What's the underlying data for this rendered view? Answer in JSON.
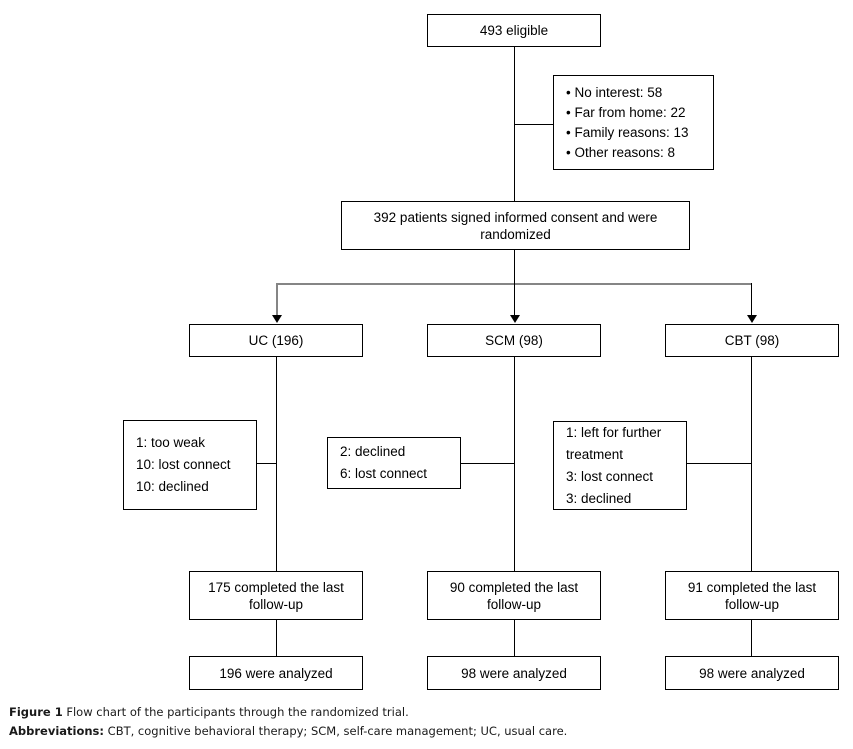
{
  "figure": {
    "caption_label": "Figure 1",
    "caption_text": "Flow chart of the participants through the randomized trial.",
    "abbrev_label": "Abbreviations:",
    "abbrev_text": "CBT, cognitive behavioral therapy; SCM, self-care management; UC, usual care."
  },
  "colors": {
    "line": "#000000",
    "branch_line": "#858585",
    "box_border": "#000000",
    "text": "#000000",
    "background": "#ffffff"
  },
  "nodes": {
    "eligible": "493 eligible",
    "exclusions": {
      "items": [
        "• No interest: 58",
        "• Far from home: 22",
        "• Family reasons: 13",
        "• Other reasons: 8"
      ]
    },
    "randomized": "392 patients signed informed consent and were randomized",
    "arms": [
      {
        "label": "UC (196)"
      },
      {
        "label": "SCM (98)"
      },
      {
        "label": "CBT (98)"
      }
    ],
    "dropouts": [
      {
        "text": "1: too weak\n10: lost connect\n10: declined"
      },
      {
        "text": "2: declined\n6: lost connect"
      },
      {
        "text": "1: left for further treatment\n3: lost connect\n3: declined"
      }
    ],
    "completed": [
      {
        "text": "175 completed the last follow-up"
      },
      {
        "text": "90 completed the last follow-up"
      },
      {
        "text": "91 completed the last follow-up"
      }
    ],
    "analyzed": [
      {
        "text": "196 were analyzed"
      },
      {
        "text": "98 were analyzed"
      },
      {
        "text": "98 were analyzed"
      }
    ]
  },
  "chart_data": {
    "type": "diagram",
    "title": "CONSORT participant flow",
    "stages": [
      {
        "name": "eligible",
        "value": 493
      },
      {
        "name": "excluded_no_interest",
        "value": 58
      },
      {
        "name": "excluded_far_from_home",
        "value": 22
      },
      {
        "name": "excluded_family_reasons",
        "value": 13
      },
      {
        "name": "excluded_other_reasons",
        "value": 8
      },
      {
        "name": "randomized",
        "value": 392
      }
    ],
    "arms": [
      {
        "name": "UC",
        "allocated": 196,
        "dropouts": [
          {
            "reason": "too weak",
            "n": 1
          },
          {
            "reason": "lost connect",
            "n": 10
          },
          {
            "reason": "declined",
            "n": 10
          }
        ],
        "completed": 175,
        "analyzed": 196
      },
      {
        "name": "SCM",
        "allocated": 98,
        "dropouts": [
          {
            "reason": "declined",
            "n": 2
          },
          {
            "reason": "lost connect",
            "n": 6
          }
        ],
        "completed": 90,
        "analyzed": 98
      },
      {
        "name": "CBT",
        "allocated": 98,
        "dropouts": [
          {
            "reason": "left for further treatment",
            "n": 1
          },
          {
            "reason": "lost connect",
            "n": 3
          },
          {
            "reason": "declined",
            "n": 3
          }
        ],
        "completed": 91,
        "analyzed": 98
      }
    ]
  }
}
